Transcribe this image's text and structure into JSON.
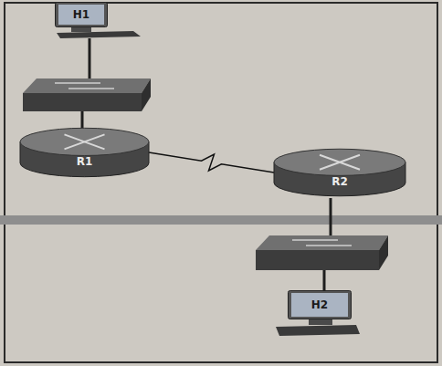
{
  "diagram": {
    "nodes": [
      {
        "text": [
          "H1"
        ]
      },
      {
        "text": [
          "R1"
        ]
      },
      {
        "text": [
          "R2"
        ]
      },
      {
        "text": [
          "H2"
        ]
      }
    ],
    "edges": [
      {
        "from": 1,
        "to": 2,
        "arrow": "none"
      }
    ]
  }
}
